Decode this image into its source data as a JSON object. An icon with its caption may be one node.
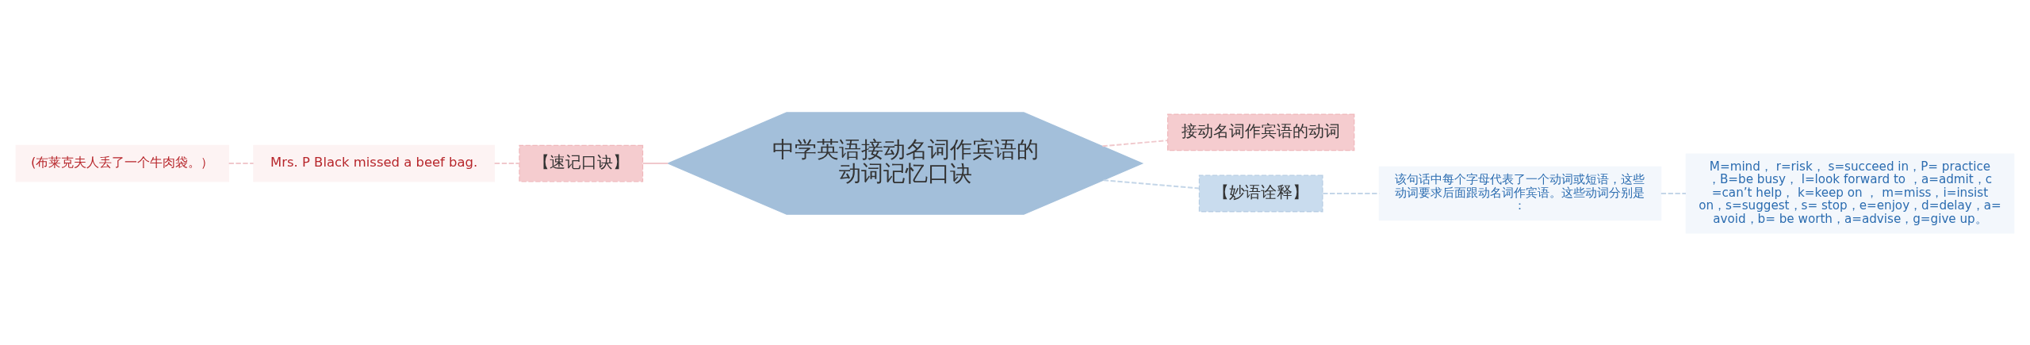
{
  "diagram": {
    "nodes": [
      {
        "text": [
          "(布莱克夫人丢了一个牛肉袋。）"
        ]
      },
      {
        "text": [
          "Mrs. P Black missed a beef bag."
        ]
      },
      {
        "text": [
          "【速记口诀】"
        ]
      },
      {
        "text": [
          "中学英语接动名词作宾语的动词记忆口诀"
        ]
      },
      {
        "text": [
          "接动名词作宾语的动词"
        ]
      },
      {
        "text": [
          "【妙语诠释】"
        ]
      },
      {
        "text": [
          "该句话中每个字母代表了一个动词或短语，这些动词要求后面跟动名词作宾语。这些动词分别是："
        ]
      },
      {
        "text": [
          "M=mind， r=risk， s=succeed in，P= practice，B=be busy， l=look forward to ，a=admit，c=can’t help， k=keep on ， m=miss，i=insist on，s=suggest，s= stop，e=enjoy，d=delay，a=avoid，b= be worth，a=advise，g=give up。"
        ]
      }
    ],
    "edges": [
      {
        "from": 3,
        "to": 2,
        "arrow": "none"
      },
      {
        "from": 2,
        "to": 1,
        "arrow": "none",
        "style": "dashed"
      },
      {
        "from": 1,
        "to": 0,
        "arrow": "none",
        "style": "dashed"
      },
      {
        "from": 3,
        "to": 4,
        "arrow": "none",
        "style": "dashed"
      },
      {
        "from": 3,
        "to": 5,
        "arrow": "none",
        "style": "dashed",
        "color": "#c4d6e8"
      },
      {
        "from": 5,
        "to": 6,
        "arrow": "none",
        "style": "dashed",
        "color": "#c4d6e8"
      },
      {
        "from": 6,
        "to": 7,
        "arrow": "none",
        "style": "dashed",
        "color": "#c4d6e8"
      }
    ]
  }
}
